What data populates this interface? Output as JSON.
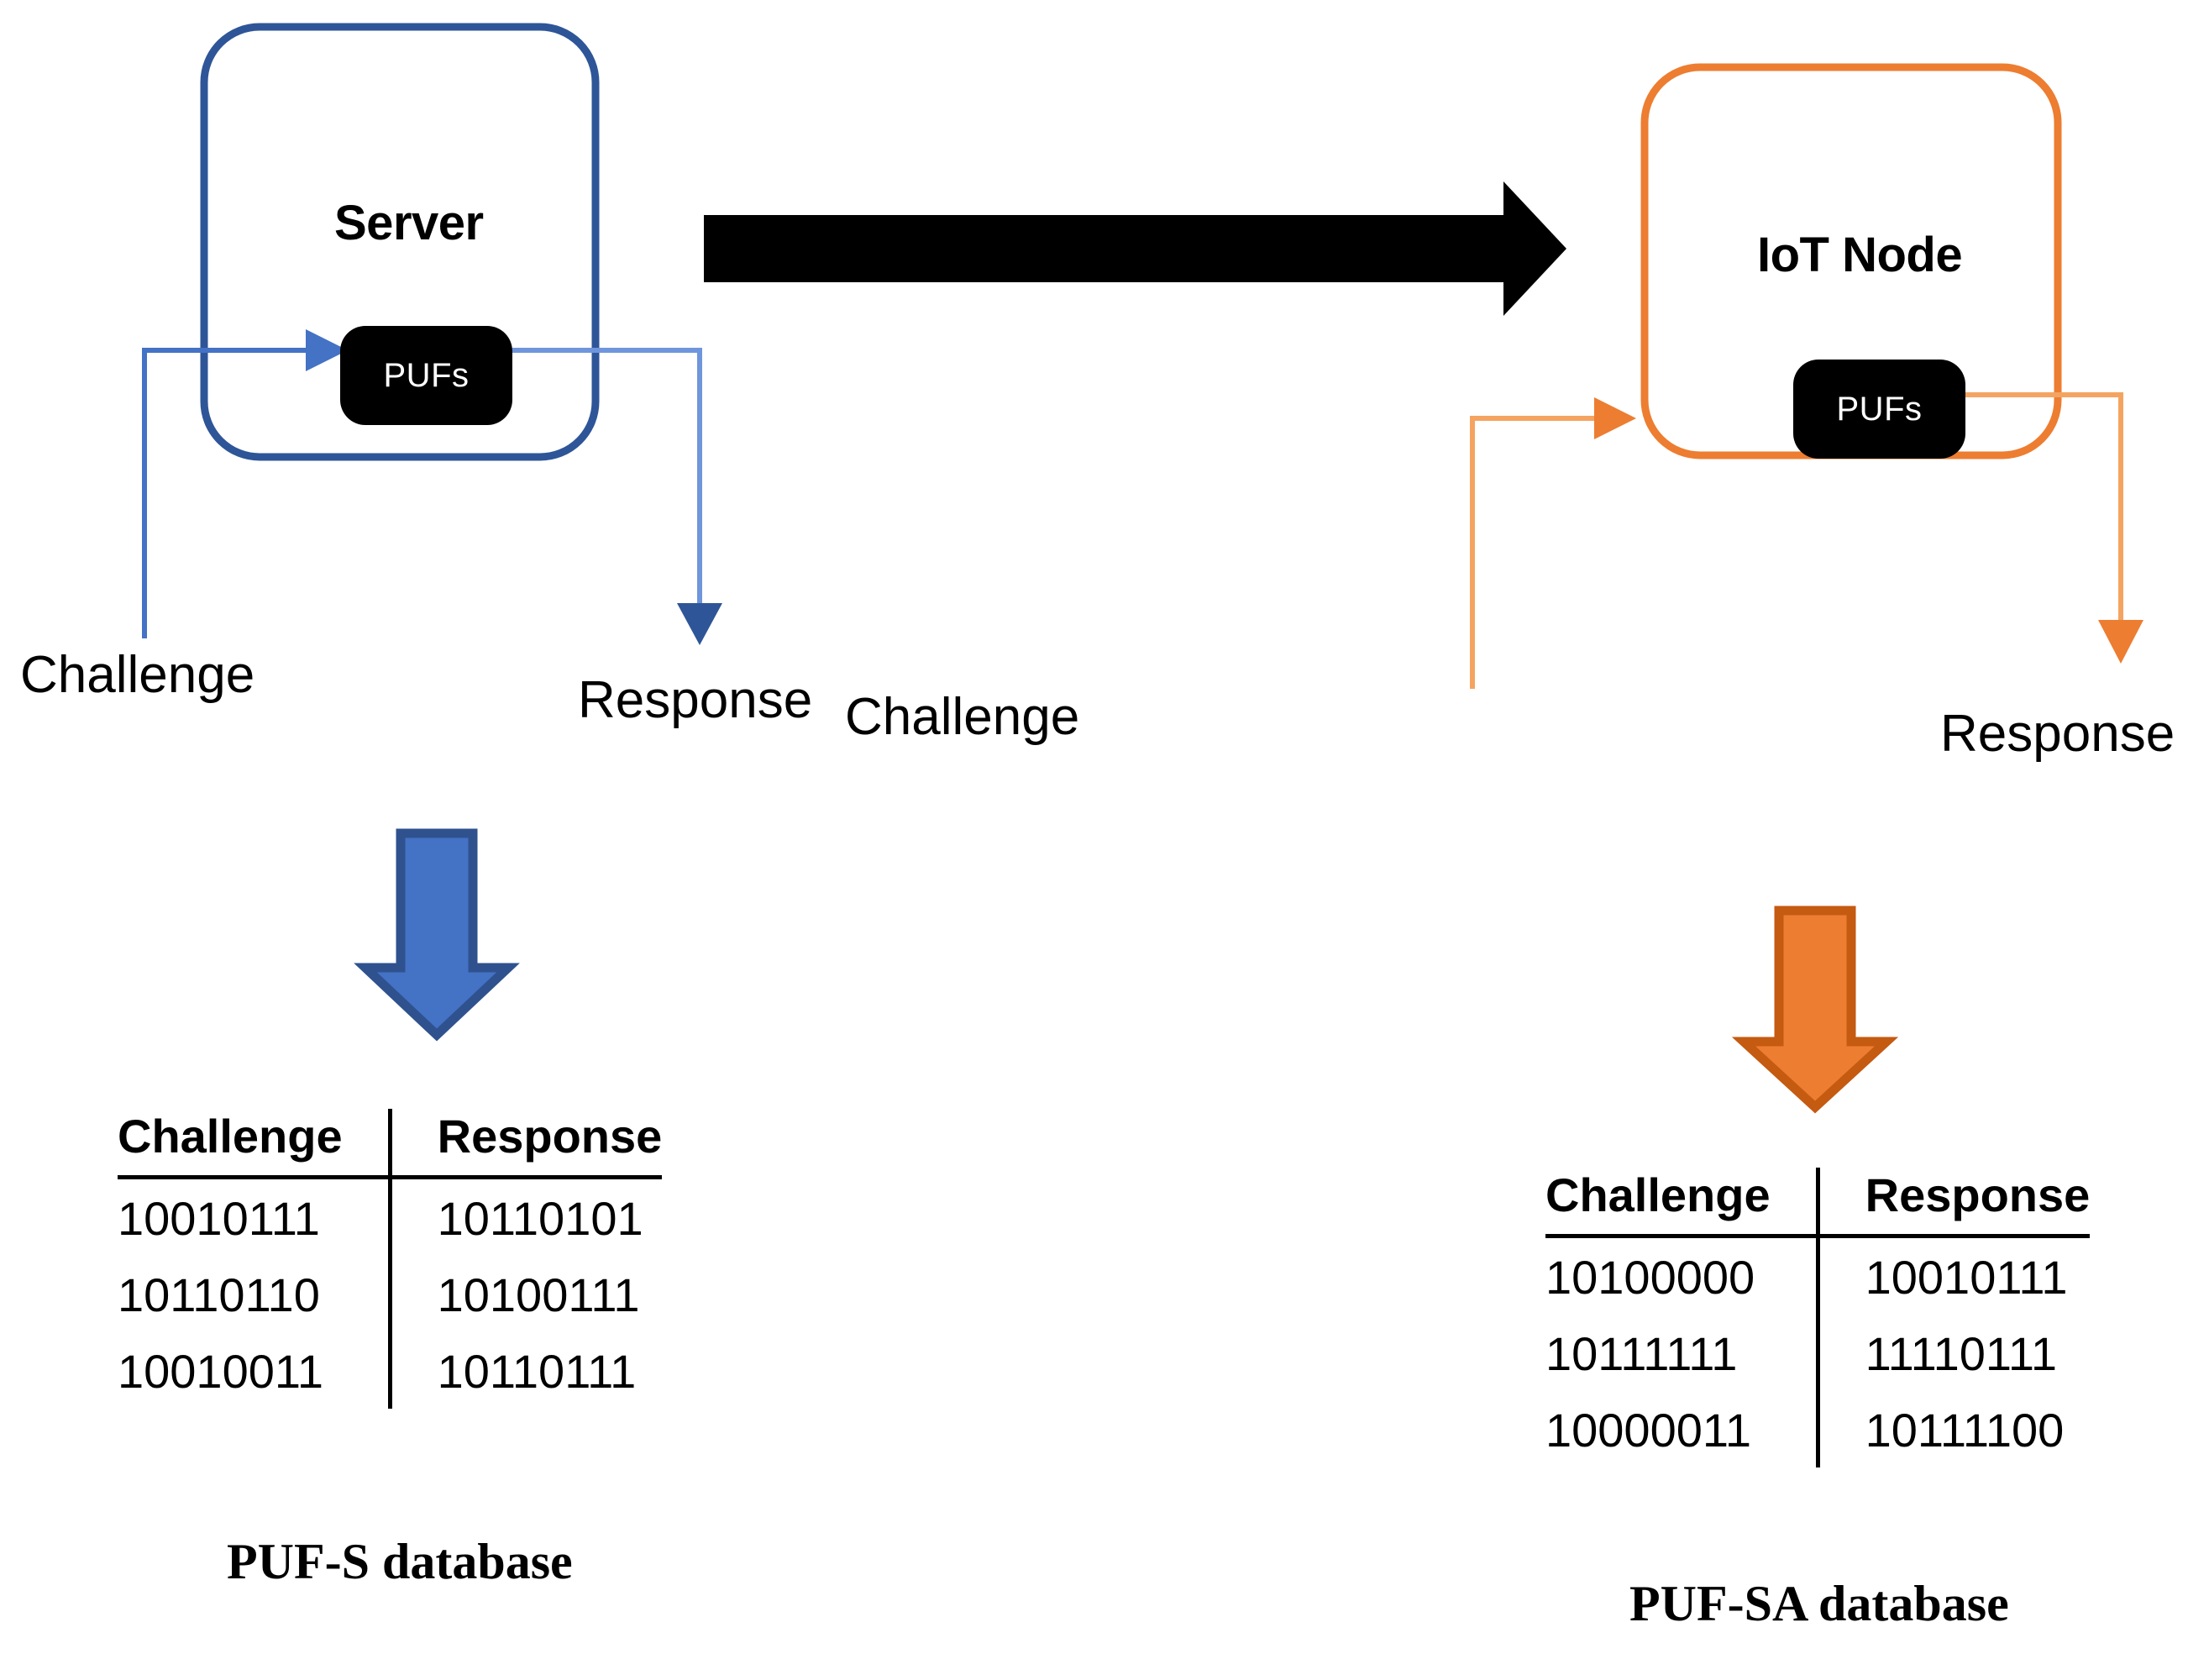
{
  "colors": {
    "server_blue": "#2E5597",
    "line_blue": "#4472C4",
    "block_arrow_blue_fill": "#4472C4",
    "block_arrow_blue_stroke": "#2F528F",
    "iot_orange": "#ED7D31",
    "line_orange": "#F4A460",
    "block_arrow_orange_fill": "#ED7D31",
    "block_arrow_orange_stroke": "#C55A11",
    "transfer_arrow": "#000000",
    "puf_box": "#000000",
    "text": "#000000"
  },
  "server": {
    "title": "Server",
    "puf_label": "PUFs",
    "challenge_label": "Challenge",
    "response_label": "Response"
  },
  "iot": {
    "title": "IoT Node",
    "puf_label": "PUFs",
    "challenge_label": "Challenge",
    "response_label": "Response"
  },
  "left_db": {
    "caption": "PUF-S database",
    "headers": [
      "Challenge",
      "Response"
    ],
    "rows": [
      [
        "10010111",
        "10110101"
      ],
      [
        "10110110",
        "10100111"
      ],
      [
        "10010011",
        "10110111"
      ]
    ]
  },
  "right_db": {
    "caption": "PUF-SA database",
    "headers": [
      "Challenge",
      "Response"
    ],
    "rows": [
      [
        "10100000",
        "10010111"
      ],
      [
        "10111111",
        "11110111"
      ],
      [
        "10000011",
        "10111100"
      ]
    ]
  }
}
